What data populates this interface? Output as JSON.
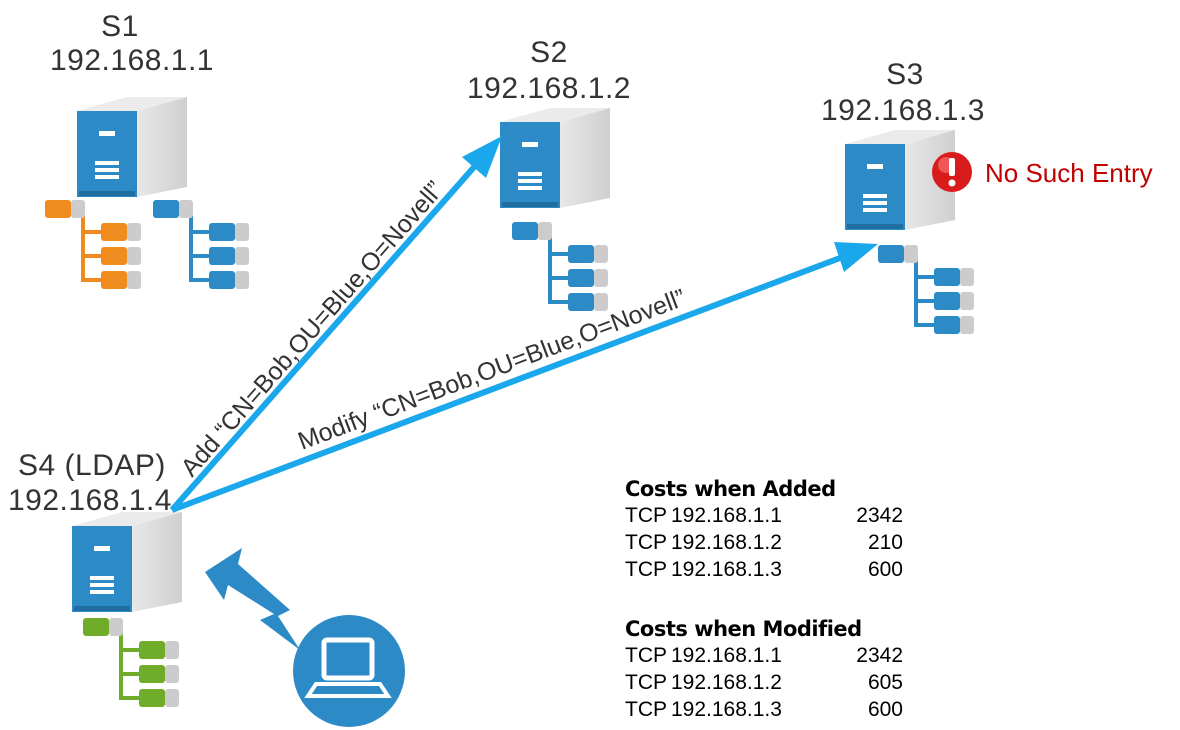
{
  "servers": [
    {
      "id": "s1",
      "name": "S1",
      "ip": "192.168.1.1"
    },
    {
      "id": "s2",
      "name": "S2",
      "ip": "192.168.1.2"
    },
    {
      "id": "s3",
      "name": "S3",
      "ip": "192.168.1.3"
    },
    {
      "id": "s4",
      "name": "S4 (LDAP)",
      "ip": "192.168.1.4"
    }
  ],
  "links": {
    "add": "Add “CN=Bob,OU=Blue,O=Novell”",
    "modify": "Modify “CN=Bob,OU=Blue,O=Novell”"
  },
  "error": "No Such Entry",
  "cost_tables": [
    {
      "title": "Costs when Added",
      "rows": [
        {
          "proto": "TCP",
          "ip": "192.168.1.1",
          "cost": "2342"
        },
        {
          "proto": "TCP",
          "ip": "192.168.1.2",
          "cost": "210"
        },
        {
          "proto": "TCP",
          "ip": "192.168.1.3",
          "cost": "600"
        }
      ]
    },
    {
      "title": "Costs when Modified",
      "rows": [
        {
          "proto": "TCP",
          "ip": "192.168.1.1",
          "cost": "2342"
        },
        {
          "proto": "TCP",
          "ip": "192.168.1.2",
          "cost": "605"
        },
        {
          "proto": "TCP",
          "ip": "192.168.1.3",
          "cost": "600"
        }
      ]
    }
  ],
  "colors": {
    "arrow": "#1aa7ec",
    "server_front": "#2c8ac6",
    "tree_orange": "#f08c1e",
    "tree_blue": "#2c8ac6",
    "tree_green": "#6fac2a",
    "error_red": "#c00000"
  }
}
